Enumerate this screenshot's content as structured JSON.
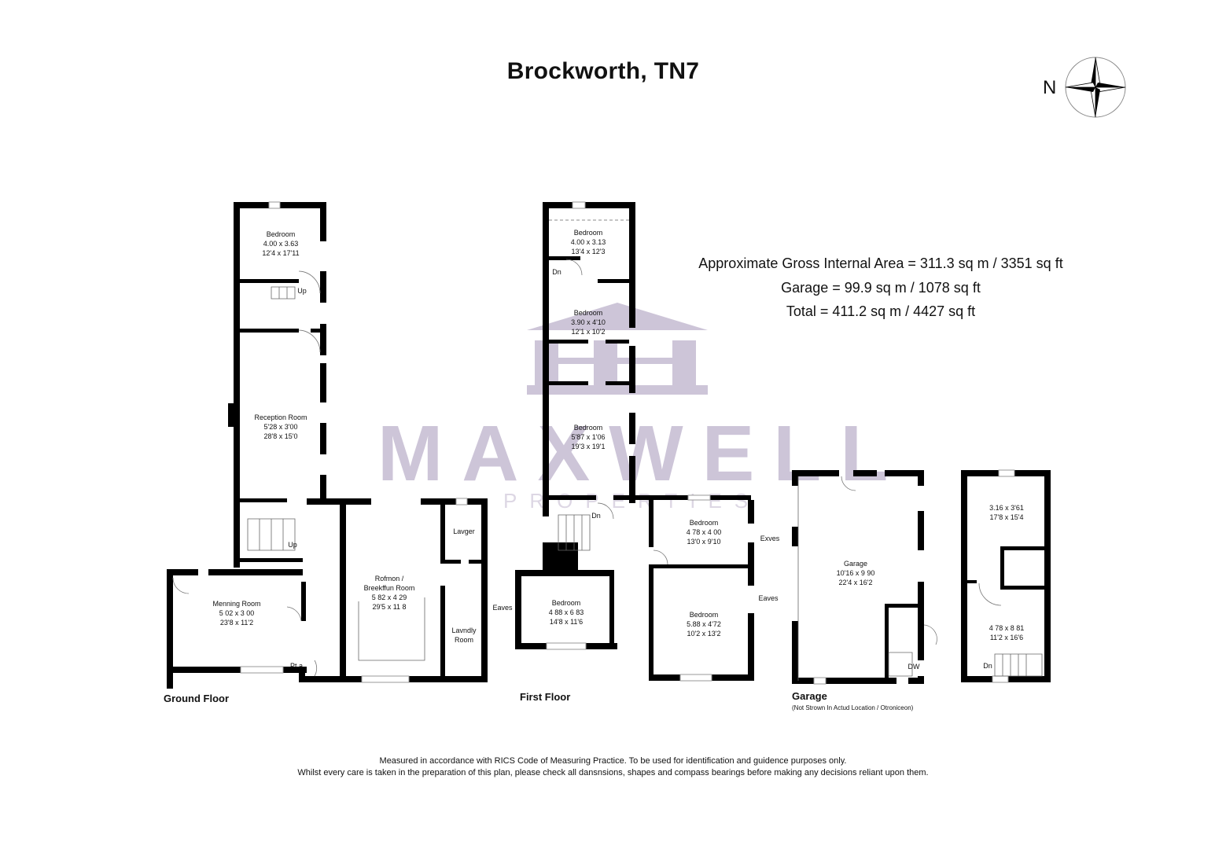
{
  "title": "Brockworth, TN7",
  "compass": {
    "label": "N",
    "icon": "compass-rose-icon"
  },
  "areas": {
    "line1": "Approximate Gross Internal Area = 311.3 sq m / 3351 sq ft",
    "line2": "Garage = 99.9 sq m / 1078 sq ft",
    "line3": "Total = 411.2 sq m / 4427 sq ft"
  },
  "watermark": {
    "brand": "MAXWELL",
    "sub": "PROPERTIES",
    "color": "#cdc5d8"
  },
  "ground_floor": {
    "label": "Ground Floor",
    "rooms": [
      {
        "name": "Bedroom",
        "metric": "4.00 x 3.63",
        "imperial": "12'4 x 17'11"
      },
      {
        "name": "Reception Room",
        "metric": "5'28 x 3'00",
        "imperial": "28'8 x 15'0"
      },
      {
        "name": "Menning Room",
        "metric": "5 02 x 3 00",
        "imperial": "23'8 x 11'2"
      },
      {
        "name": "Rofmon / Breekffun Room",
        "line1": "Rofmon /",
        "line2": "Breekffun Room",
        "metric": "5 82 x 4 29",
        "imperial": "29'5 x 11 8"
      },
      {
        "name": "Lavger"
      },
      {
        "name": "Lavndly Room",
        "line1": "Lavndly",
        "line2": "Room"
      }
    ],
    "labels": {
      "up1": "Up",
      "up2": "Up",
      "porch": "Pt a"
    }
  },
  "first_floor": {
    "label": "First Floor",
    "rooms": [
      {
        "name": "Bedroom",
        "metric": "4.00 x 3.13",
        "imperial": "13'4 x 12'3"
      },
      {
        "name": "Bedroom",
        "metric": "3.90 x 4'10",
        "imperial": "12'1 x 10'2"
      },
      {
        "name": "Bedroom",
        "metric": "5'87 x 1'06",
        "imperial": "19'3 x 19'1"
      },
      {
        "name": "Bedroom",
        "metric": "4 78 x 4 00",
        "imperial": "13'0 x 9'10"
      },
      {
        "name": "Bedroom",
        "metric": "4 88 x 6 83",
        "imperial": "14'8 x 11'6"
      },
      {
        "name": "Bedroom",
        "metric": "5.88 x 4'72",
        "imperial": "10'2 x 13'2"
      }
    ],
    "labels": {
      "dn1": "Dn",
      "dn2": "Dn",
      "eaves1": "Eaves",
      "eaves2": "Exves",
      "eaves3": "Eaves"
    }
  },
  "garage": {
    "label": "Garage",
    "note": "(Not Strown In Actud Location / Otroniceon)",
    "rooms": [
      {
        "name": "Garage",
        "metric": "10'16 x 9 90",
        "imperial": "22'4 x 16'2"
      },
      {
        "name": "",
        "metric": "3.16 x 3'61",
        "imperial": "17'8 x 15'4"
      },
      {
        "name": "",
        "metric": "4 78 x 8 81",
        "imperial": "11'2 x 16'6"
      }
    ],
    "labels": {
      "dw": "DW",
      "dn": "Dn"
    }
  },
  "footer": {
    "line1": "Measured in accordance with RICS Code of Measuring Practice. To be used for identification and guidence purposes only.",
    "line2": "Whilst every care is taken in the preparation of this plan, please check all dansnsions, shapes and compass bearings before making any decisions reliant upon them."
  }
}
